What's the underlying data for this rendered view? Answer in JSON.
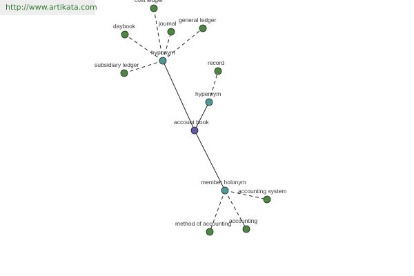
{
  "watermark": "http://www.artikata.com",
  "colors": {
    "center_node": "#5b5ba8",
    "relation_node": "#4a9a9a",
    "leaf_node": "#4b8a3e"
  },
  "nodes": [
    {
      "id": "account-book",
      "label": "account book",
      "kind": "center"
    },
    {
      "id": "hyponym",
      "label": "hyponym",
      "kind": "relation"
    },
    {
      "id": "hypernym",
      "label": "hypernym",
      "kind": "relation"
    },
    {
      "id": "member-holonym",
      "label": "member holonym",
      "kind": "relation"
    },
    {
      "id": "cost-ledger",
      "label": "cost ledger",
      "kind": "leaf"
    },
    {
      "id": "daybook",
      "label": "daybook",
      "kind": "leaf"
    },
    {
      "id": "journal",
      "label": "journal",
      "kind": "leaf"
    },
    {
      "id": "general-ledger",
      "label": "general ledger",
      "kind": "leaf"
    },
    {
      "id": "subsidiary-ledger",
      "label": "subsidiary ledger",
      "kind": "leaf"
    },
    {
      "id": "record",
      "label": "record",
      "kind": "leaf"
    },
    {
      "id": "accounting-system",
      "label": "accounting system",
      "kind": "leaf"
    },
    {
      "id": "method-of-accounting",
      "label": "method of accounting",
      "kind": "leaf"
    },
    {
      "id": "accounting",
      "label": "accounting",
      "kind": "leaf"
    }
  ],
  "edges": [
    {
      "from": "account-book",
      "to": "hyponym",
      "style": "solid"
    },
    {
      "from": "account-book",
      "to": "hypernym",
      "style": "solid"
    },
    {
      "from": "account-book",
      "to": "member-holonym",
      "style": "solid"
    },
    {
      "from": "hyponym",
      "to": "cost-ledger",
      "style": "dashed"
    },
    {
      "from": "hyponym",
      "to": "daybook",
      "style": "dashed"
    },
    {
      "from": "hyponym",
      "to": "journal",
      "style": "dashed"
    },
    {
      "from": "hyponym",
      "to": "general-ledger",
      "style": "dashed"
    },
    {
      "from": "hyponym",
      "to": "subsidiary-ledger",
      "style": "dashed"
    },
    {
      "from": "hypernym",
      "to": "record",
      "style": "dashed"
    },
    {
      "from": "member-holonym",
      "to": "accounting-system",
      "style": "dashed"
    },
    {
      "from": "member-holonym",
      "to": "method-of-accounting",
      "style": "dashed"
    },
    {
      "from": "member-holonym",
      "to": "accounting",
      "style": "dashed"
    }
  ]
}
